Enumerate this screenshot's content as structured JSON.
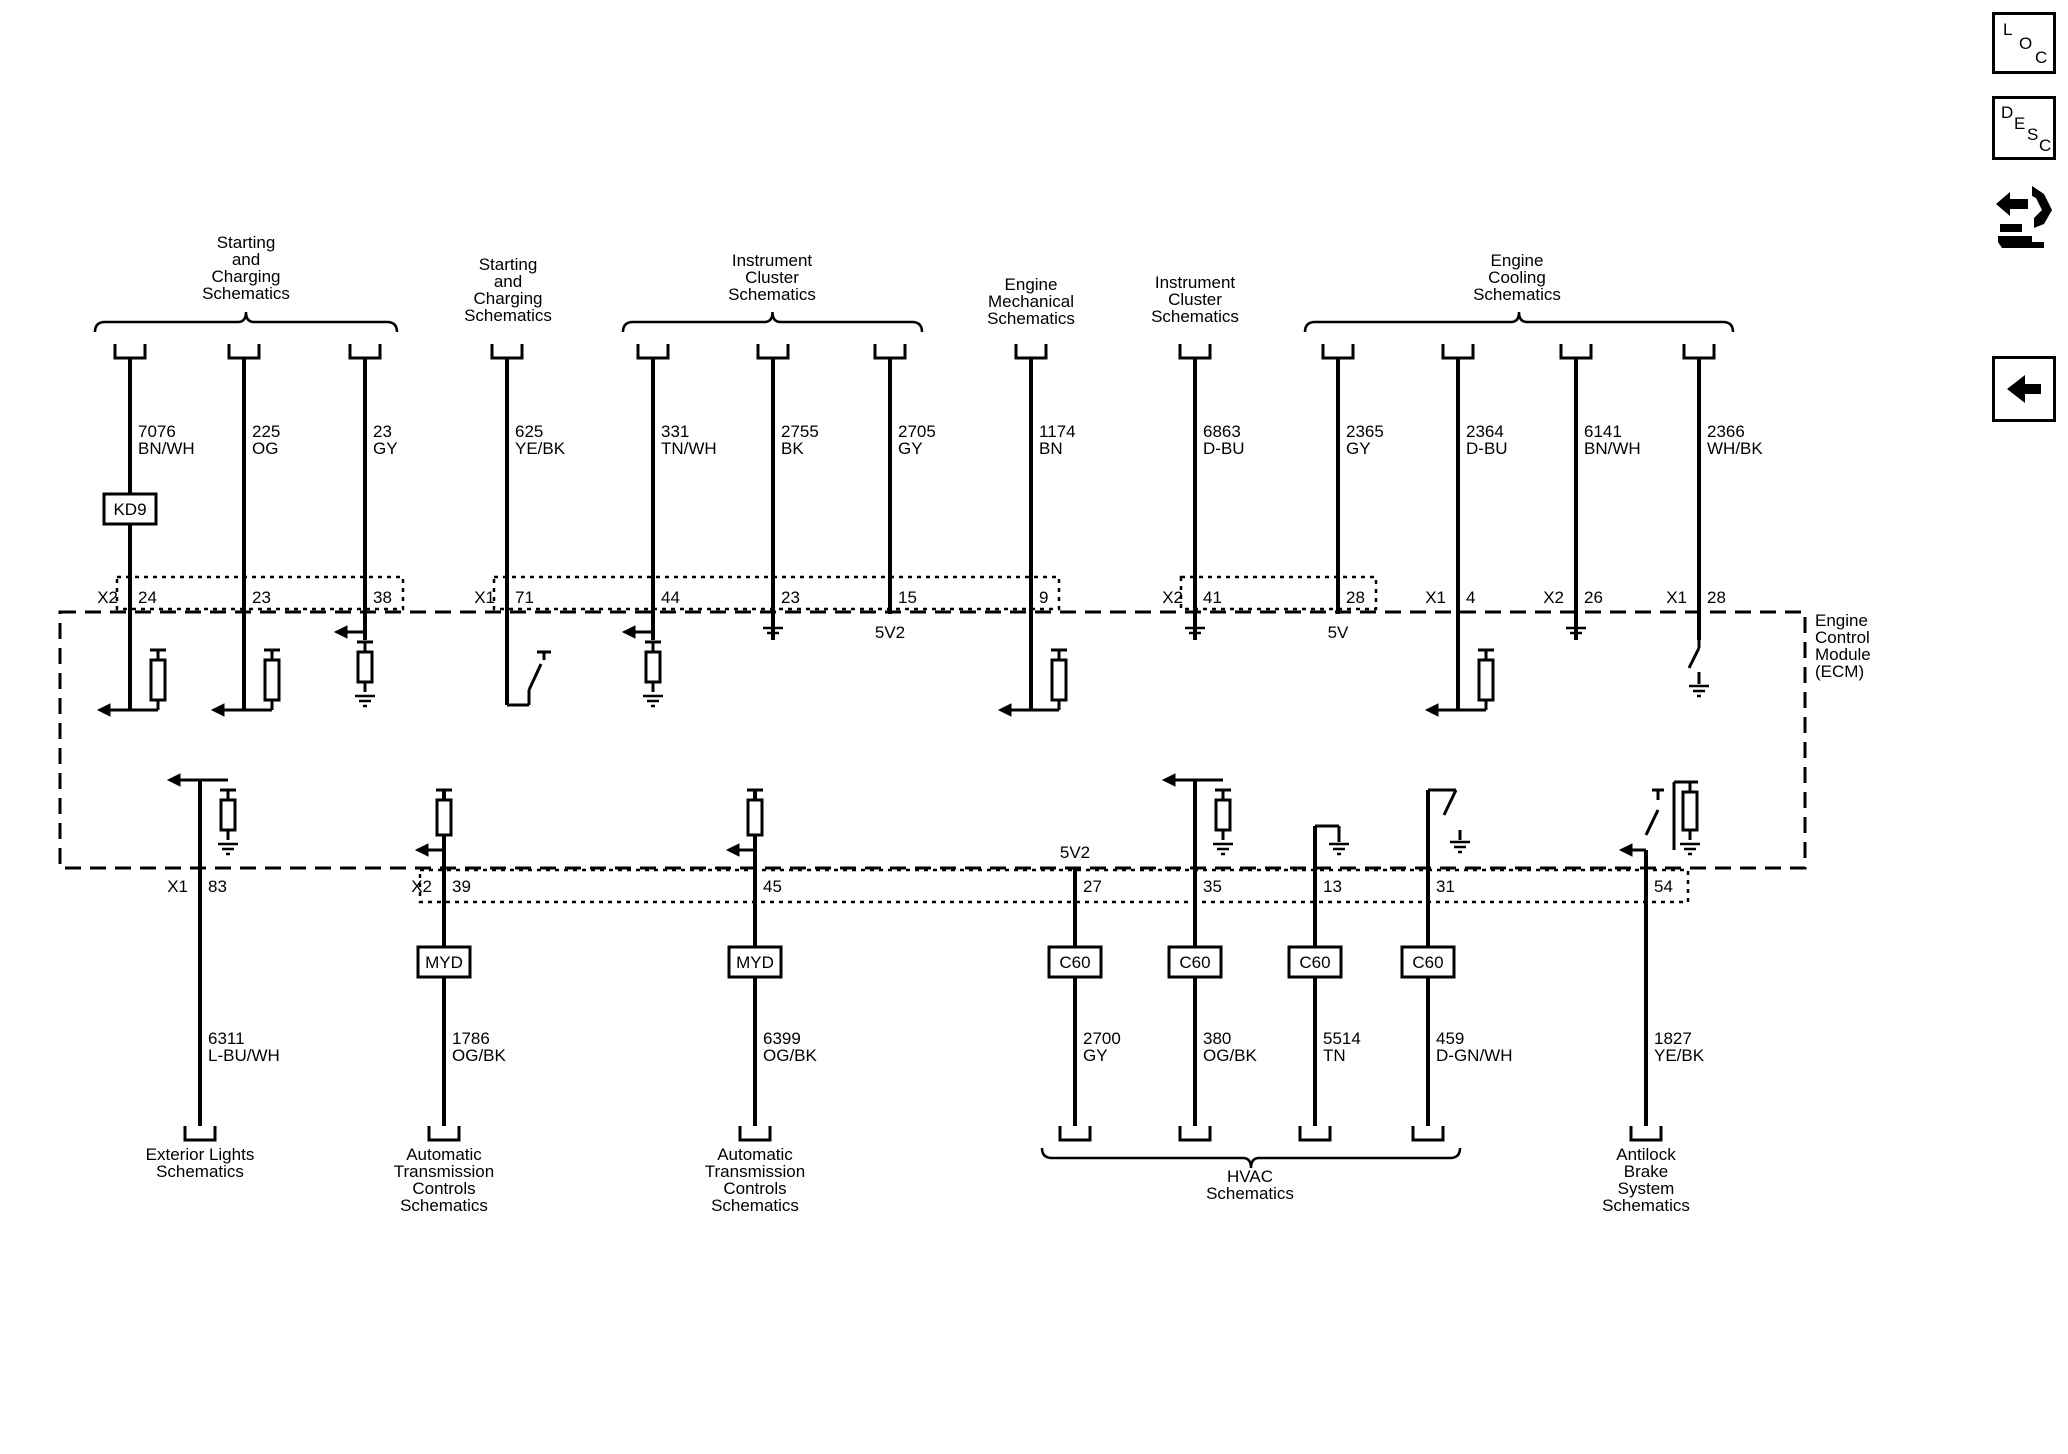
{
  "side_buttons": {
    "loc": {
      "letters": [
        "L",
        "O",
        "C"
      ]
    },
    "desc": {
      "letters": [
        "D",
        "E",
        "S",
        "C"
      ]
    },
    "connector_icon": "connector-tool-icon",
    "back_icon": "back-arrow-icon"
  },
  "ecm_label": [
    "Engine",
    "Control",
    "Module",
    "(ECM)"
  ],
  "top_groups": [
    {
      "label": [
        "Starting",
        "and",
        "Charging",
        "Schematics"
      ]
    },
    {
      "label": [
        "Starting",
        "and",
        "Charging",
        "Schematics"
      ]
    },
    {
      "label": [
        "Instrument",
        "Cluster",
        "Schematics"
      ]
    },
    {
      "label": [
        "Engine",
        "Mechanical",
        "Schematics"
      ]
    },
    {
      "label": [
        "Instrument",
        "Cluster",
        "Schematics"
      ]
    },
    {
      "label": [
        "Engine",
        "Cooling",
        "Schematics"
      ]
    }
  ],
  "top_circuits": [
    {
      "circuit": "7076",
      "color": "BN/WH",
      "pin": "24",
      "connector": "X2",
      "inline": "KD9"
    },
    {
      "circuit": "225",
      "color": "OG",
      "pin": "23"
    },
    {
      "circuit": "23",
      "color": "GY",
      "pin": "38"
    },
    {
      "circuit": "625",
      "color": "YE/BK",
      "pin": "71",
      "connector": "X1"
    },
    {
      "circuit": "331",
      "color": "TN/WH",
      "pin": "44"
    },
    {
      "circuit": "2755",
      "color": "BK",
      "pin": "23"
    },
    {
      "circuit": "2705",
      "color": "GY",
      "pin": "15",
      "ref": "5V2"
    },
    {
      "circuit": "1174",
      "color": "BN",
      "pin": "9"
    },
    {
      "circuit": "6863",
      "color": "D-BU",
      "pin": "41",
      "connector": "X2"
    },
    {
      "circuit": "2365",
      "color": "GY",
      "pin": "28",
      "ref": "5V"
    },
    {
      "circuit": "2364",
      "color": "D-BU",
      "pin": "4",
      "connector": "X1"
    },
    {
      "circuit": "6141",
      "color": "BN/WH",
      "pin": "26",
      "connector": "X2"
    },
    {
      "circuit": "2366",
      "color": "WH/BK",
      "pin": "28",
      "connector": "X1"
    }
  ],
  "bottom_circuits": [
    {
      "circuit": "6311",
      "color": "L-BU/WH",
      "pin": "83",
      "connector": "X1"
    },
    {
      "circuit": "1786",
      "color": "OG/BK",
      "pin": "39",
      "connector": "X2",
      "inline": "MYD"
    },
    {
      "circuit": "6399",
      "color": "OG/BK",
      "pin": "45",
      "inline": "MYD"
    },
    {
      "circuit": "2700",
      "color": "GY",
      "pin": "27",
      "ref": "5V2",
      "inline": "C60"
    },
    {
      "circuit": "380",
      "color": "OG/BK",
      "pin": "35",
      "inline": "C60"
    },
    {
      "circuit": "5514",
      "color": "TN",
      "pin": "13",
      "inline": "C60"
    },
    {
      "circuit": "459",
      "color": "D-GN/WH",
      "pin": "31",
      "inline": "C60"
    },
    {
      "circuit": "1827",
      "color": "YE/BK",
      "pin": "54"
    }
  ],
  "bottom_groups": [
    {
      "label": [
        "Exterior Lights",
        "Schematics"
      ]
    },
    {
      "label": [
        "Automatic",
        "Transmission",
        "Controls",
        "Schematics"
      ]
    },
    {
      "label": [
        "Automatic",
        "Transmission",
        "Controls",
        "Schematics"
      ]
    },
    {
      "label": [
        "HVAC",
        "Schematics"
      ]
    },
    {
      "label": [
        "Antilock",
        "Brake",
        "System",
        "Schematics"
      ]
    }
  ]
}
